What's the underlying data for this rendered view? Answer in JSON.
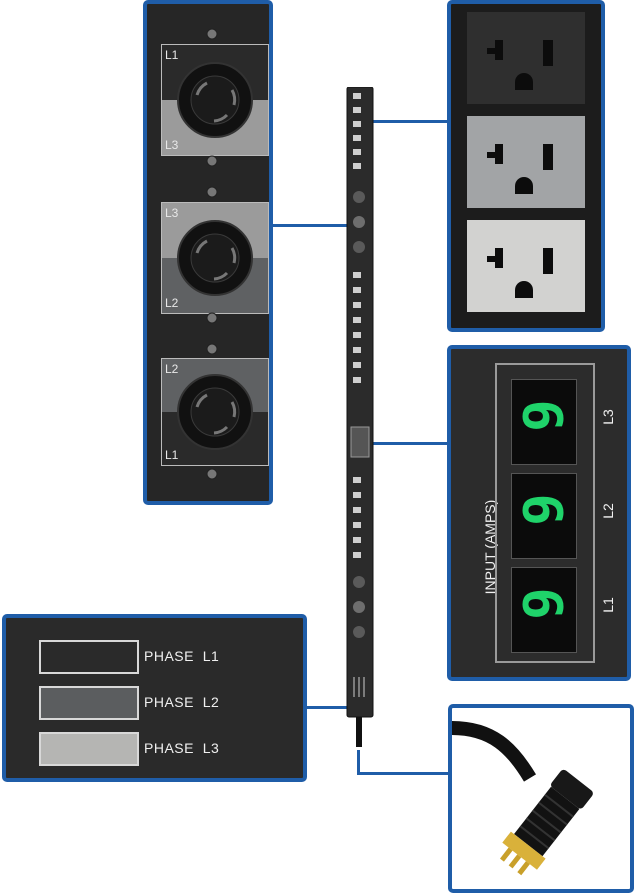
{
  "twist_lock_panel": {
    "outlet_1": {
      "top_label": "L1",
      "bottom_label": "L3"
    },
    "outlet_2": {
      "top_label": "L3",
      "bottom_label": "L2"
    },
    "outlet_3": {
      "top_label": "L2",
      "bottom_label": "L1"
    }
  },
  "display_panel": {
    "title": "INPUT (AMPS)",
    "phases": [
      {
        "label": "L3",
        "digit": "9"
      },
      {
        "label": "L2",
        "digit": "9"
      },
      {
        "label": "L1",
        "digit": "9"
      }
    ],
    "digit_color": "#1fd36a"
  },
  "legend_panel": {
    "items": [
      {
        "label": "PHASE  L1",
        "color": "#2a2a2a"
      },
      {
        "label": "PHASE  L2",
        "color": "#5b5d5f"
      },
      {
        "label": "PHASE  L3",
        "color": "#b5b5b3"
      }
    ]
  },
  "colors": {
    "border": "#1f5da8",
    "panel": "#1e1e1e"
  }
}
